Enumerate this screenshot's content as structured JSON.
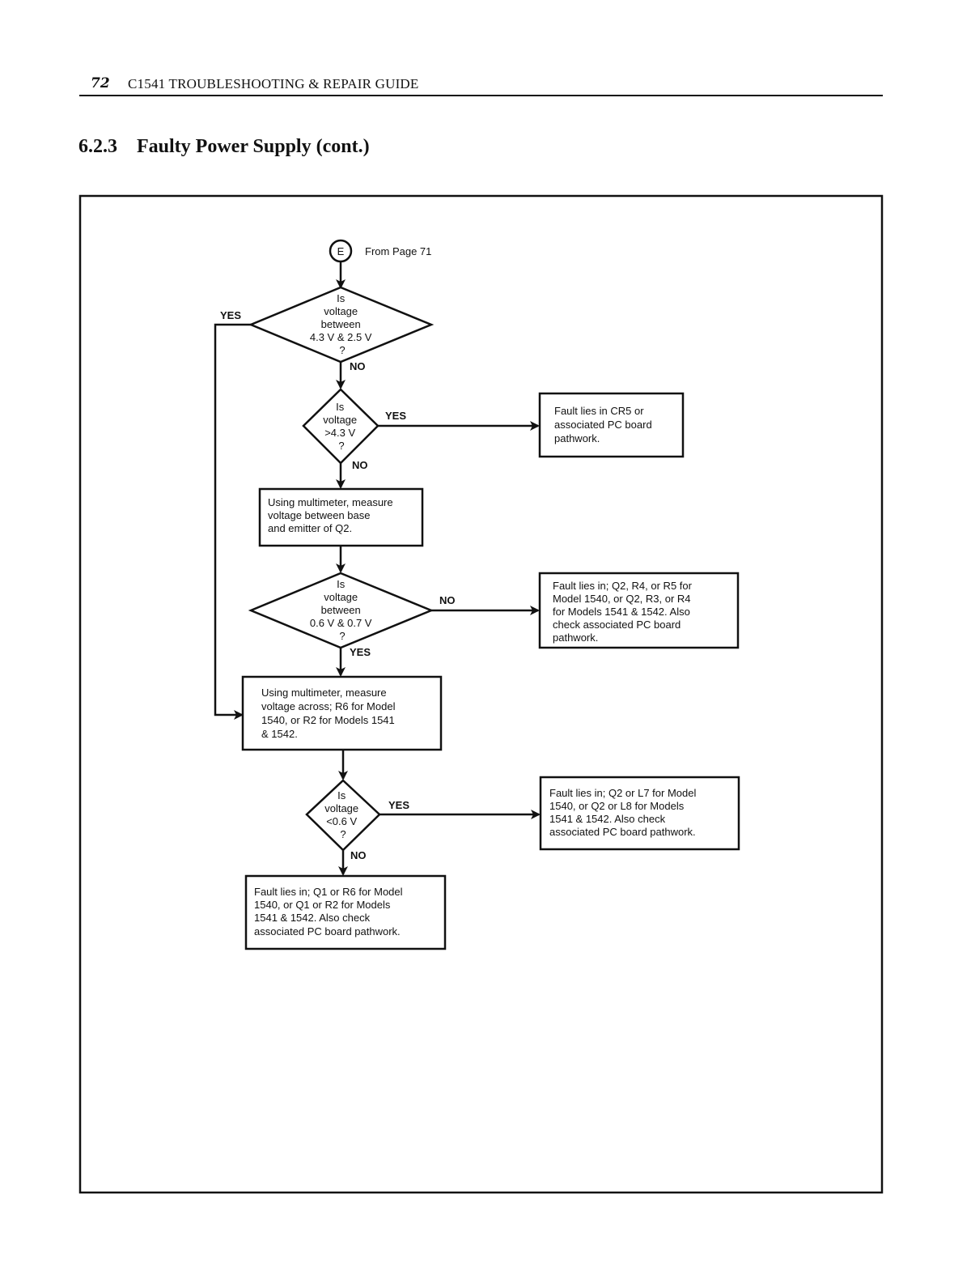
{
  "header": {
    "page_number": "72",
    "running_title": "C1541 TROUBLESHOOTING & REPAIR GUIDE"
  },
  "section": {
    "number": "6.2.3",
    "title": "Faulty Power Supply (cont.)"
  },
  "flowchart": {
    "connector": {
      "letter": "E",
      "note": "From Page 71"
    },
    "decision1": {
      "lines": [
        "Is",
        "voltage",
        "between",
        "4.3 V & 2.5 V",
        "?"
      ],
      "yes": "YES",
      "no": "NO"
    },
    "decision2": {
      "lines": [
        "Is",
        "voltage",
        ">4.3 V",
        "?"
      ],
      "yes": "YES",
      "no": "NO"
    },
    "result_cr5": {
      "lines": [
        "Fault lies in CR5 or",
        "associated PC board",
        "pathwork."
      ]
    },
    "step_q2": {
      "lines": [
        "Using multimeter, measure",
        "voltage between base",
        "and emitter of Q2."
      ]
    },
    "decision3": {
      "lines": [
        "Is",
        "voltage",
        "between",
        "0.6 V & 0.7 V",
        "?"
      ],
      "yes": "YES",
      "no": "NO"
    },
    "result_q2r4": {
      "lines": [
        "Fault lies in; Q2, R4, or R5 for",
        "Model 1540, or Q2, R3, or R4",
        "for Models 1541 & 1542.  Also",
        "check associated PC board",
        "pathwork."
      ]
    },
    "step_r6": {
      "lines": [
        "Using multimeter, measure",
        "voltage across; R6 for Model",
        "1540, or R2 for Models 1541",
        "& 1542."
      ]
    },
    "decision4": {
      "lines": [
        "Is",
        "voltage",
        "<0.6 V",
        "?"
      ],
      "yes": "YES",
      "no": "NO"
    },
    "result_q2l7": {
      "lines": [
        "Fault lies in; Q2 or L7 for Model",
        "1540, or Q2 or L8 for Models",
        "1541 & 1542.  Also check",
        "associated PC board pathwork."
      ]
    },
    "result_q1r6": {
      "lines": [
        "Fault lies in; Q1 or R6 for Model",
        "1540, or Q1 or R2 for Models",
        "1541 & 1542.  Also check",
        "associated PC board pathwork."
      ]
    }
  }
}
